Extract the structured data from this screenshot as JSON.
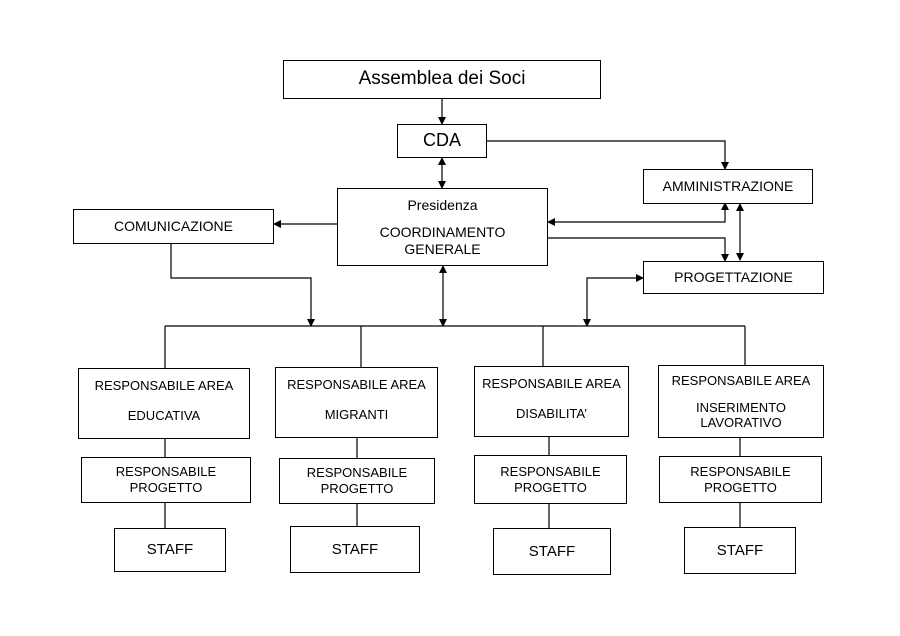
{
  "nodes": {
    "assemblea": "Assemblea dei Soci",
    "cda": "CDA",
    "amministrazione": "AMMINISTRAZIONE",
    "presidenza": {
      "line1": "Presidenza",
      "line2": "COORDINAMENTO",
      "line3": "GENERALE"
    },
    "comunicazione": "COMUNICAZIONE",
    "progettazione": "PROGETTAZIONE",
    "area_educativa": {
      "line1": "RESPONSABILE AREA",
      "line2": "EDUCATIVA"
    },
    "area_migranti": {
      "line1": "RESPONSABILE AREA",
      "line2": "MIGRANTI"
    },
    "area_disabilita": {
      "line1": "RESPONSABILE AREA",
      "line2": "DISABILITA’"
    },
    "area_inserimento": {
      "line1": "RESPONSABILE AREA",
      "line2": "INSERIMENTO",
      "line3": "LAVORATIVO"
    },
    "progetto": {
      "line1": "RESPONSABILE",
      "line2": "PROGETTO"
    },
    "staff": "STAFF"
  }
}
